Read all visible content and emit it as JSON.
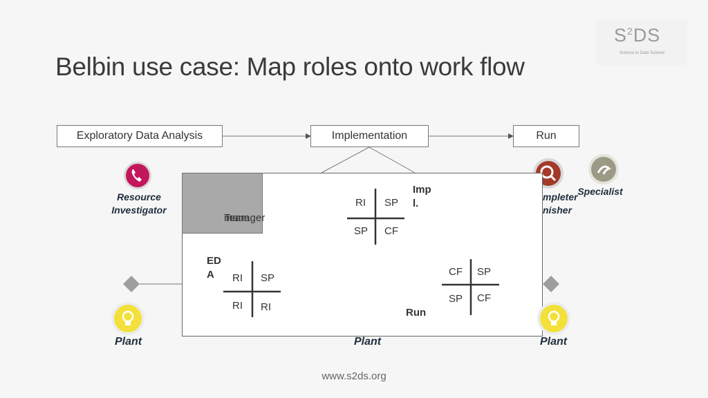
{
  "slide": {
    "title": "Belbin use case: Map roles onto work flow",
    "footer": "www.s2ds.org"
  },
  "logo": {
    "mark": "S",
    "mark_sup": "2",
    "mark_tail": "DS",
    "tagline": "Science to Data Science"
  },
  "flow": {
    "eda": "Exploratory Data Analysis",
    "implementation": "Implementation",
    "run": "Run"
  },
  "roles": {
    "resource_investigator_1": "Resource",
    "resource_investigator_2": "Investigator",
    "completer_finisher_1": "mpleter",
    "completer_finisher_2": "nisher",
    "specialist": "Specialist",
    "plant_left": "Plant",
    "plant_center": "Plant",
    "plant_right": "Plant"
  },
  "overlay": {
    "team_manager_1": "Team",
    "team_manager_2": "manager",
    "impl": {
      "label_1": "Imp",
      "label_2": "l.",
      "tl": "RI",
      "tr": "SP",
      "bl": "SP",
      "br": "CF"
    },
    "eda": {
      "label_1": "ED",
      "label_2": "A",
      "tl": "RI",
      "tr": "SP",
      "bl": "RI",
      "br": "RI"
    },
    "run": {
      "label": "Run",
      "tl": "CF",
      "tr": "SP",
      "bl": "SP",
      "br": "CF"
    }
  },
  "colors": {
    "background": "#f6f6f6",
    "team_box": "#a9a9a9",
    "resource_icon": "#c2185b",
    "plant_icon": "#f3e03a",
    "completer_icon": "#a33a2a",
    "specialist_icon": "#9a9a86"
  },
  "icons": [
    "telephone-icon",
    "lightbulb-icon",
    "magnifier-icon",
    "specialist-badge-icon",
    "diamond-icon"
  ]
}
